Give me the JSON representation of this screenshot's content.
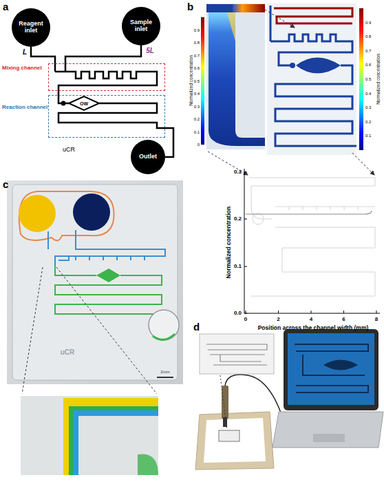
{
  "diagram": {
    "nodes": [
      {
        "text": [
          "Reagent inlet"
        ]
      },
      {
        "text": [
          "Sample inlet"
        ]
      },
      {
        "text": [
          "Mixing channel"
        ]
      },
      {
        "text": [
          "Reaction channel"
        ]
      },
      {
        "text": [
          "Outlet"
        ]
      }
    ],
    "edges": [
      {
        "from": 0,
        "to": 2,
        "arrow": "none"
      },
      {
        "from": 1,
        "to": 2,
        "arrow": "none"
      },
      {
        "from": 2,
        "to": 3,
        "arrow": "none"
      },
      {
        "from": 3,
        "to": 4,
        "arrow": "none"
      }
    ],
    "labels": [
      "a",
      "L",
      "5L",
      "OW",
      "uCR",
      "b",
      "Normalized concentration",
      "0.9",
      "0.8",
      "0.7",
      "0.6",
      "0.5",
      "0.4",
      "0.3",
      "0.2",
      "0.1",
      "0",
      "Normalized concentration",
      "0.9",
      "0.8",
      "0.7",
      "0.6",
      "0.5",
      "0.4",
      "0.3",
      "0.2",
      "0.1",
      "0.3",
      "0.2",
      "0.1",
      "0.0",
      "0",
      "2",
      "4",
      "6",
      "8",
      "Normalized concentration",
      "Position across the channel width (mm)",
      "c",
      "uCR",
      "2mm",
      "d"
    ]
  }
}
